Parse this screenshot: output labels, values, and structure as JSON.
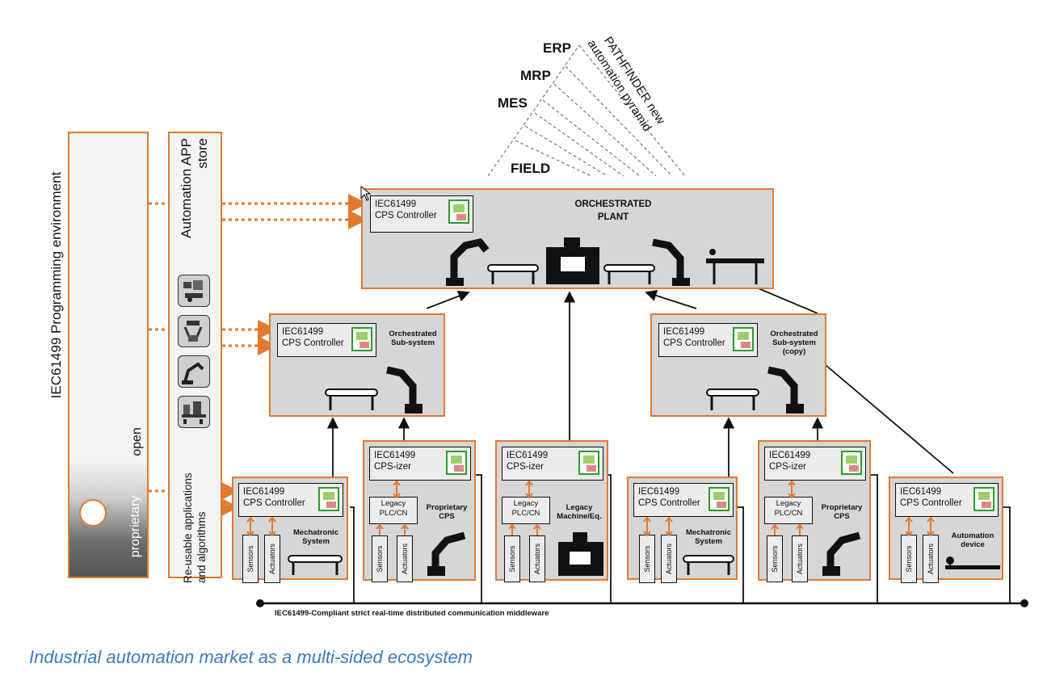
{
  "pyramid": {
    "erp": "ERP",
    "mrp": "MRP",
    "mes": "MES",
    "field": "FIELD",
    "pathfinder_line1": "PATHFINDER new",
    "pathfinder_line2": "automation pyramid"
  },
  "left_panel": {
    "title": "IEC61499 Programming environment",
    "open": "open",
    "proprietary": "proprietary"
  },
  "app_store": {
    "title_line1": "Automation APP",
    "title_line2": "store",
    "subtitle_line1": "Re-usable applications",
    "subtitle_line2": "and algorithms"
  },
  "plant": {
    "ctrl1": "IEC61499",
    "ctrl2": "CPS Controller",
    "title1": "ORCHESTRATED",
    "title2": "PLANT"
  },
  "subsystem_left": {
    "ctrl1": "IEC61499",
    "ctrl2": "CPS Controller",
    "title1": "Orchestrated",
    "title2": "Sub-system"
  },
  "subsystem_right": {
    "ctrl1": "IEC61499",
    "ctrl2": "CPS Controller",
    "title1": "Orchestrated",
    "title2": "Sub-system",
    "title3": "(copy)"
  },
  "bottom_boxes": {
    "mech1": {
      "ctrl1": "IEC61499",
      "ctrl2": "CPS Controller",
      "title1": "Mechatronic",
      "title2": "System",
      "sensors": "Sensors",
      "actuators": "Actuators"
    },
    "prop1": {
      "ctrl1": "IEC61499",
      "ctrl2": "CPS-izer",
      "legacy1": "Legacy",
      "legacy2": "PLC/CN",
      "title1": "Proprietary",
      "title2": "CPS",
      "sensors": "Sensors",
      "actuators": "Actuators"
    },
    "legacy_machine": {
      "ctrl1": "IEC61499",
      "ctrl2": "CPS-izer",
      "legacy1": "Legacy",
      "legacy2": "PLC/CN",
      "title1": "Legacy",
      "title2": "Machine/Eq.",
      "sensors": "Sensors",
      "actuators": "Actuators"
    },
    "mech2": {
      "ctrl1": "IEC61499",
      "ctrl2": "CPS Controller",
      "title1": "Mechatronic",
      "title2": "System",
      "sensors": "Sensors",
      "actuators": "Actuators"
    },
    "prop2": {
      "ctrl1": "IEC61499",
      "ctrl2": "CPS-izer",
      "legacy1": "Legacy",
      "legacy2": "PLC/CN",
      "title1": "Proprietary",
      "title2": "CPS",
      "sensors": "Sensors",
      "actuators": "Actuators"
    },
    "automation_device": {
      "ctrl1": "IEC61499",
      "ctrl2": "CPS Controller",
      "title1": "Automation",
      "title2": "device",
      "sensors": "Sensors",
      "actuators": "Actuators"
    }
  },
  "middleware": "IEC61499-Compliant strict real-time distributed communication  middleware",
  "caption": "Industrial automation market as a multi-sided ecosystem",
  "colors": {
    "orange": "#e07a30",
    "box_fill": "#d6d6d6",
    "caption_blue": "#3b79c4",
    "icon_green": "#2a9d2a"
  }
}
